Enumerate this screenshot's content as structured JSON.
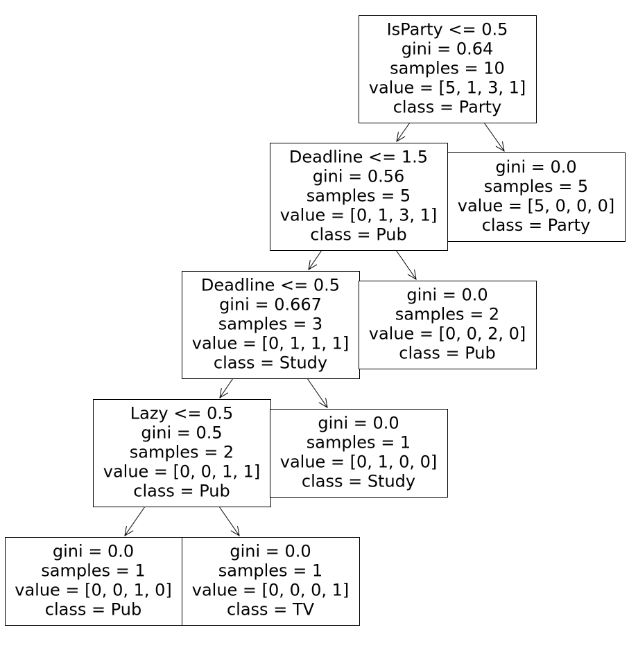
{
  "tree": {
    "nodes": [
      {
        "id": "root",
        "lines": [
          "IsParty <= 0.5",
          "gini = 0.64",
          "samples = 10",
          "value = [5, 1, 3, 1]",
          "class = Party"
        ]
      },
      {
        "id": "n1",
        "lines": [
          "Deadline <= 1.5",
          "gini = 0.56",
          "samples = 5",
          "value = [0, 1, 3, 1]",
          "class = Pub"
        ]
      },
      {
        "id": "n2",
        "lines": [
          "gini = 0.0",
          "samples = 5",
          "value = [5, 0, 0, 0]",
          "class = Party"
        ]
      },
      {
        "id": "n3",
        "lines": [
          "Deadline <= 0.5",
          "gini = 0.667",
          "samples = 3",
          "value = [0, 1, 1, 1]",
          "class = Study"
        ]
      },
      {
        "id": "n4",
        "lines": [
          "gini = 0.0",
          "samples = 2",
          "value = [0, 0, 2, 0]",
          "class = Pub"
        ]
      },
      {
        "id": "n5",
        "lines": [
          "Lazy <= 0.5",
          "gini = 0.5",
          "samples = 2",
          "value = [0, 0, 1, 1]",
          "class = Pub"
        ]
      },
      {
        "id": "n6",
        "lines": [
          "gini = 0.0",
          "samples = 1",
          "value = [0, 1, 0, 0]",
          "class = Study"
        ]
      },
      {
        "id": "n7",
        "lines": [
          "gini = 0.0",
          "samples = 1",
          "value = [0, 0, 1, 0]",
          "class = Pub"
        ]
      },
      {
        "id": "n8",
        "lines": [
          "gini = 0.0",
          "samples = 1",
          "value = [0, 0, 0, 1]",
          "class = TV"
        ]
      }
    ],
    "edges": [
      {
        "from": "root",
        "to": "n1"
      },
      {
        "from": "root",
        "to": "n2"
      },
      {
        "from": "n1",
        "to": "n3"
      },
      {
        "from": "n1",
        "to": "n4"
      },
      {
        "from": "n3",
        "to": "n5"
      },
      {
        "from": "n3",
        "to": "n6"
      },
      {
        "from": "n5",
        "to": "n7"
      },
      {
        "from": "n5",
        "to": "n8"
      }
    ]
  }
}
